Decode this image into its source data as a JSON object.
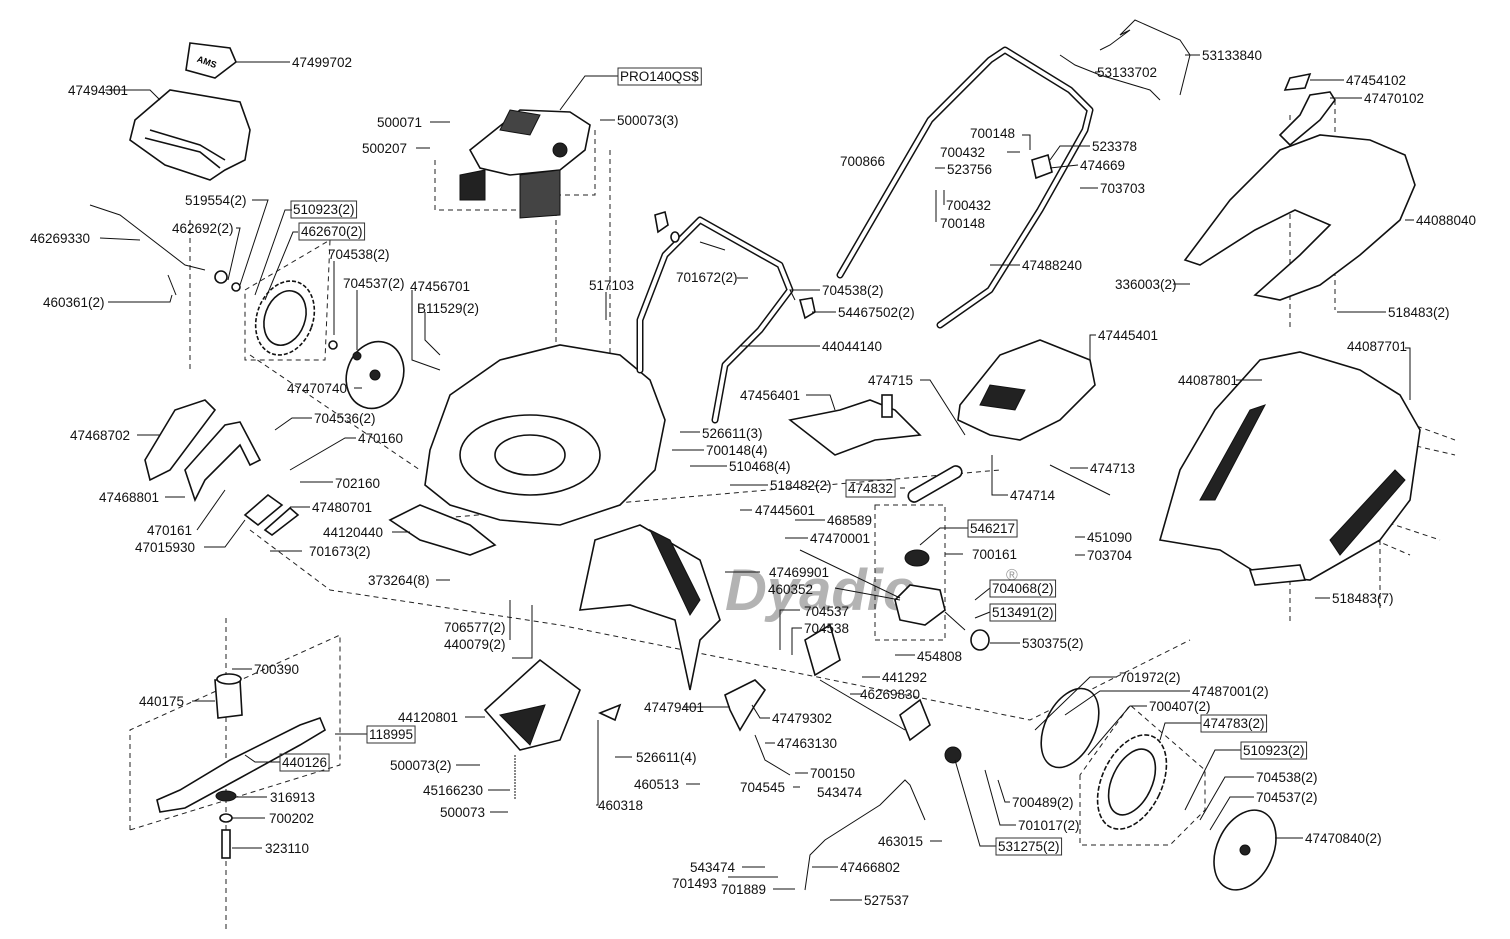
{
  "diagram": {
    "title": "Lawn mower exploded parts diagram",
    "watermark": "Dyadic",
    "watermark_mark": "®",
    "labels": [
      {
        "id": "47499702",
        "text": "47499702",
        "boxed": false
      },
      {
        "id": "47494301",
        "text": "47494301",
        "boxed": false
      },
      {
        "id": "PRO140QSS",
        "text": "PRO140QS$",
        "boxed": true
      },
      {
        "id": "500071",
        "text": "500071",
        "boxed": false
      },
      {
        "id": "500207",
        "text": "500207",
        "boxed": false
      },
      {
        "id": "500073-3",
        "text": "500073(3)",
        "boxed": false
      },
      {
        "id": "519554",
        "text": "519554(2)",
        "boxed": false
      },
      {
        "id": "510923-a",
        "text": "510923(2)",
        "boxed": true
      },
      {
        "id": "462692",
        "text": "462692(2)",
        "boxed": false
      },
      {
        "id": "462670",
        "text": "462670(2)",
        "boxed": true
      },
      {
        "id": "46269330",
        "text": "46269330",
        "boxed": false
      },
      {
        "id": "704538-a",
        "text": "704538(2)",
        "boxed": false
      },
      {
        "id": "704537-a",
        "text": "704537(2)",
        "boxed": false
      },
      {
        "id": "47456701",
        "text": "47456701",
        "boxed": false
      },
      {
        "id": "B11529",
        "text": "B11529(2)",
        "boxed": false
      },
      {
        "id": "460361",
        "text": "460361(2)",
        "boxed": false
      },
      {
        "id": "47470740",
        "text": "47470740",
        "boxed": false
      },
      {
        "id": "517103",
        "text": "517103",
        "boxed": false
      },
      {
        "id": "701672",
        "text": "701672(2)",
        "boxed": false
      },
      {
        "id": "704538-b",
        "text": "704538(2)",
        "boxed": false
      },
      {
        "id": "54467502",
        "text": "54467502(2)",
        "boxed": false
      },
      {
        "id": "44044140",
        "text": "44044140",
        "boxed": false
      },
      {
        "id": "700866",
        "text": "700866",
        "boxed": false
      },
      {
        "id": "700148-a",
        "text": "700148",
        "boxed": false
      },
      {
        "id": "700432-a",
        "text": "700432",
        "boxed": false
      },
      {
        "id": "523756",
        "text": "523756",
        "boxed": false
      },
      {
        "id": "700432-b",
        "text": "700432",
        "boxed": false
      },
      {
        "id": "700148-b",
        "text": "700148",
        "boxed": false
      },
      {
        "id": "523378",
        "text": "523378",
        "boxed": false
      },
      {
        "id": "474669",
        "text": "474669",
        "boxed": false
      },
      {
        "id": "703703",
        "text": "703703",
        "boxed": false
      },
      {
        "id": "47488240",
        "text": "47488240",
        "boxed": false
      },
      {
        "id": "53133702",
        "text": "53133702",
        "boxed": false
      },
      {
        "id": "53133840",
        "text": "53133840",
        "boxed": false
      },
      {
        "id": "47454102",
        "text": "47454102",
        "boxed": false
      },
      {
        "id": "47470102",
        "text": "47470102",
        "boxed": false
      },
      {
        "id": "44088040",
        "text": "44088040",
        "boxed": false
      },
      {
        "id": "336003",
        "text": "336003(2)",
        "boxed": false
      },
      {
        "id": "518483-2",
        "text": "518483(2)",
        "boxed": false
      },
      {
        "id": "47445401",
        "text": "47445401",
        "boxed": false
      },
      {
        "id": "44087801",
        "text": "44087801",
        "boxed": false
      },
      {
        "id": "44087701",
        "text": "44087701",
        "boxed": false
      },
      {
        "id": "518483-7",
        "text": "518483(7)",
        "boxed": false
      },
      {
        "id": "47468702",
        "text": "47468702",
        "boxed": false
      },
      {
        "id": "704536",
        "text": "704536(2)",
        "boxed": false
      },
      {
        "id": "470160",
        "text": "470160",
        "boxed": false
      },
      {
        "id": "702160",
        "text": "702160",
        "boxed": false
      },
      {
        "id": "47468801",
        "text": "47468801",
        "boxed": false
      },
      {
        "id": "47480701",
        "text": "47480701",
        "boxed": false
      },
      {
        "id": "470161",
        "text": "470161",
        "boxed": false
      },
      {
        "id": "47015930",
        "text": "47015930",
        "boxed": false
      },
      {
        "id": "44120440",
        "text": "44120440",
        "boxed": false
      },
      {
        "id": "701673",
        "text": "701673(2)",
        "boxed": false
      },
      {
        "id": "373264",
        "text": "373264(8)",
        "boxed": false
      },
      {
        "id": "47456401",
        "text": "47456401",
        "boxed": false
      },
      {
        "id": "474715",
        "text": "474715",
        "boxed": false
      },
      {
        "id": "526611-3",
        "text": "526611(3)",
        "boxed": false
      },
      {
        "id": "700148-4",
        "text": "700148(4)",
        "boxed": false
      },
      {
        "id": "510468",
        "text": "510468(4)",
        "boxed": false
      },
      {
        "id": "518482",
        "text": "518482(2)",
        "boxed": false
      },
      {
        "id": "474832",
        "text": "474832",
        "boxed": true
      },
      {
        "id": "474713",
        "text": "474713",
        "boxed": false
      },
      {
        "id": "474714",
        "text": "474714",
        "boxed": false
      },
      {
        "id": "47445601",
        "text": "47445601",
        "boxed": false
      },
      {
        "id": "468589",
        "text": "468589",
        "boxed": false
      },
      {
        "id": "47470001",
        "text": "47470001",
        "boxed": false
      },
      {
        "id": "546217",
        "text": "546217",
        "boxed": true
      },
      {
        "id": "451090",
        "text": "451090",
        "boxed": false
      },
      {
        "id": "700161",
        "text": "700161",
        "boxed": false
      },
      {
        "id": "703704",
        "text": "703704",
        "boxed": false
      },
      {
        "id": "47469901",
        "text": "47469901",
        "boxed": false
      },
      {
        "id": "460352",
        "text": "460352",
        "boxed": false
      },
      {
        "id": "704068",
        "text": "704068(2)",
        "boxed": true
      },
      {
        "id": "513491",
        "text": "513491(2)",
        "boxed": true
      },
      {
        "id": "706577",
        "text": "706577(2)",
        "boxed": false
      },
      {
        "id": "440079",
        "text": "440079(2)",
        "boxed": false
      },
      {
        "id": "704537-c",
        "text": "704537",
        "boxed": false
      },
      {
        "id": "704538-c",
        "text": "704538",
        "boxed": false
      },
      {
        "id": "530375",
        "text": "530375(2)",
        "boxed": false
      },
      {
        "id": "454808",
        "text": "454808",
        "boxed": false
      },
      {
        "id": "441292",
        "text": "441292",
        "boxed": false
      },
      {
        "id": "46269830",
        "text": "46269830",
        "boxed": false
      },
      {
        "id": "700390",
        "text": "700390",
        "boxed": false
      },
      {
        "id": "440175",
        "text": "440175",
        "boxed": false
      },
      {
        "id": "118995",
        "text": "118995",
        "boxed": true
      },
      {
        "id": "440126",
        "text": "440126",
        "boxed": true
      },
      {
        "id": "316913",
        "text": "316913",
        "boxed": false
      },
      {
        "id": "700202",
        "text": "700202",
        "boxed": false
      },
      {
        "id": "323110",
        "text": "323110",
        "boxed": false
      },
      {
        "id": "44120801",
        "text": "44120801",
        "boxed": false
      },
      {
        "id": "500073-2",
        "text": "500073(2)",
        "boxed": false
      },
      {
        "id": "45166230",
        "text": "45166230",
        "boxed": false
      },
      {
        "id": "500073",
        "text": "500073",
        "boxed": false
      },
      {
        "id": "47479401",
        "text": "47479401",
        "boxed": false
      },
      {
        "id": "47479302",
        "text": "47479302",
        "boxed": false
      },
      {
        "id": "47463130",
        "text": "47463130",
        "boxed": false
      },
      {
        "id": "526611-4",
        "text": "526611(4)",
        "boxed": false
      },
      {
        "id": "460513",
        "text": "460513",
        "boxed": false
      },
      {
        "id": "460318",
        "text": "460318",
        "boxed": false
      },
      {
        "id": "700150",
        "text": "700150",
        "boxed": false
      },
      {
        "id": "704545",
        "text": "704545",
        "boxed": false
      },
      {
        "id": "543474-a",
        "text": "543474",
        "boxed": false
      },
      {
        "id": "463015",
        "text": "463015",
        "boxed": false
      },
      {
        "id": "47466802",
        "text": "47466802",
        "boxed": false
      },
      {
        "id": "543474-b",
        "text": "543474",
        "boxed": false
      },
      {
        "id": "701493",
        "text": "701493",
        "boxed": false
      },
      {
        "id": "701889",
        "text": "701889",
        "boxed": false
      },
      {
        "id": "527537",
        "text": "527537",
        "boxed": false
      },
      {
        "id": "701972",
        "text": "701972(2)",
        "boxed": false
      },
      {
        "id": "47487001",
        "text": "47487001(2)",
        "boxed": false
      },
      {
        "id": "700407",
        "text": "700407(2)",
        "boxed": false
      },
      {
        "id": "474783",
        "text": "474783(2)",
        "boxed": true
      },
      {
        "id": "510923-b",
        "text": "510923(2)",
        "boxed": true
      },
      {
        "id": "704538-d",
        "text": "704538(2)",
        "boxed": false
      },
      {
        "id": "704537-d",
        "text": "704537(2)",
        "boxed": false
      },
      {
        "id": "47470840",
        "text": "47470840(2)",
        "boxed": false
      },
      {
        "id": "700489",
        "text": "700489(2)",
        "boxed": false
      },
      {
        "id": "701017",
        "text": "701017(2)",
        "boxed": false
      },
      {
        "id": "531275",
        "text": "531275(2)",
        "boxed": true
      }
    ]
  }
}
